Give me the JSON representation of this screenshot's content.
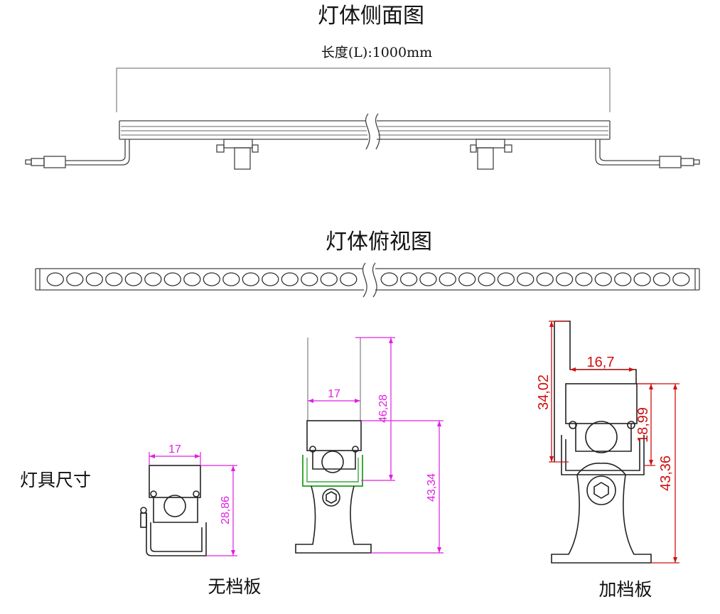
{
  "side_view": {
    "title": "灯体侧面图",
    "length_label": "长度(L):1000mm"
  },
  "top_view": {
    "title": "灯体俯视图",
    "led_count_left": 16,
    "led_count_right": 16
  },
  "dimensions_section": {
    "label": "灯具尺寸",
    "no_baffle": {
      "caption": "无档板",
      "width": "17",
      "height": "28,86"
    },
    "mounted": {
      "width": "17",
      "upper_height": "46,28",
      "total_height": "43,34"
    },
    "with_baffle": {
      "caption": "加档板",
      "width": "16,7",
      "baffle_height": "34,02",
      "body_height": "18,99",
      "total_height": "43,36"
    }
  },
  "colors": {
    "line": "#444444",
    "magenta_dim": "#e020e0",
    "red_dim": "#d01010",
    "green_bracket": "#3aa83a"
  }
}
